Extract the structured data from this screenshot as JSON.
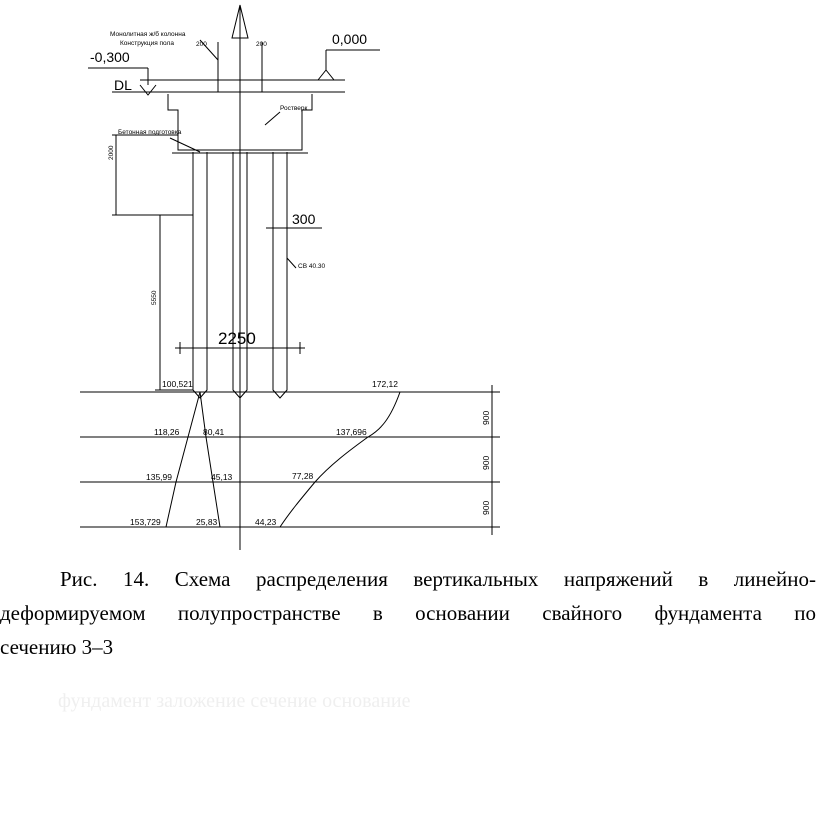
{
  "drawing": {
    "labels": {
      "mark_top": "0,000",
      "mark_left": "-0,300",
      "dl": "DL",
      "monolithic_column": "Монолитная ж/б колонна",
      "structural_floor": "Конструкция пола",
      "dim_small_1": "200",
      "dim_small_2": "200",
      "grillage": "Ростверк",
      "concrete_prep": "Бетонная подготовка",
      "dim_2000": "2000",
      "dim_5550": "5550",
      "pile_width": "300",
      "pile_mark": "СВ 40.30",
      "dim_2250": "2250",
      "layer_1": "900",
      "layer_2": "900",
      "layer_3": "900"
    },
    "stress_values": {
      "s1": "100,521",
      "s2": "172,12",
      "s3": "118,26",
      "s4": "80,41",
      "s5": "137,696",
      "s6": "135,99",
      "s7": "45,13",
      "s8": "77,28",
      "s9": "153,729",
      "s10": "25,83",
      "s11": "44,23"
    }
  },
  "caption": {
    "line1": "Рис. 14. Схема распределения вертикальных напряжений в линейно-",
    "line2": "деформируемом полупространстве в основании свайного фундамента по",
    "line3": "сечению 3–3"
  },
  "watermark": "фундамент заложение сечение основание"
}
